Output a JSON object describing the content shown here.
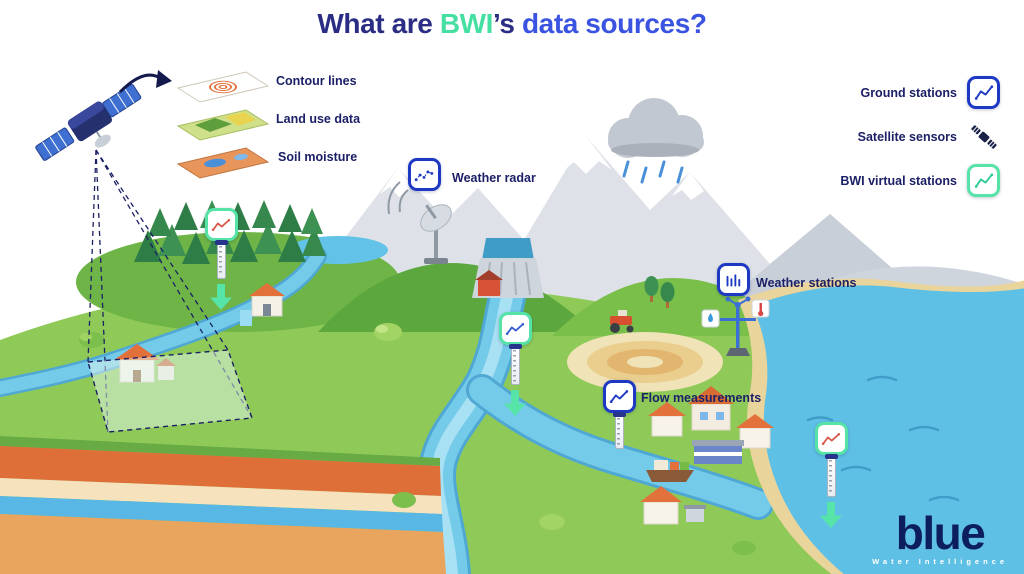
{
  "title": {
    "prefix": "What are ",
    "brand": "BWI",
    "mid": "’s ",
    "suffix": "data sources?"
  },
  "satellite_layers": {
    "items": [
      {
        "id": "contour",
        "label": "Contour lines",
        "icon": "contour-layer-icon"
      },
      {
        "id": "landuse",
        "label": "Land use data",
        "icon": "landuse-layer-icon"
      },
      {
        "id": "soil",
        "label": "Soil moisture",
        "icon": "soil-moisture-layer-icon"
      }
    ]
  },
  "legend": {
    "items": [
      {
        "label": "Ground stations",
        "icon": "ground-station-chart-icon",
        "border": "#1d39c4"
      },
      {
        "label": "Satellite sensors",
        "icon": "satellite-icon",
        "border": "none"
      },
      {
        "label": "BWI virtual stations",
        "icon": "virtual-station-chart-icon",
        "border": "#56e3a7"
      }
    ]
  },
  "map_annotations": {
    "weather_radar": {
      "label": "Weather radar"
    },
    "weather_stations": {
      "label": "Weather stations"
    },
    "flow_measurements": {
      "label": "Flow measurements"
    }
  },
  "logo": {
    "wordmark": "blue",
    "tagline": "Water Intelligence"
  },
  "colors": {
    "title_navy": "#2b2d84",
    "title_green": "#45dfa2",
    "title_blue": "#3a53e0",
    "ground_station_border": "#1d39c4",
    "virtual_station_border": "#56e3a7",
    "arrow_green": "#57e4a9",
    "water": "#74cae9",
    "lake": "#5fc0e6",
    "grass": "#8fca58",
    "soil_orange": "#df6f39",
    "aquifer_blue": "#58b7e4"
  }
}
